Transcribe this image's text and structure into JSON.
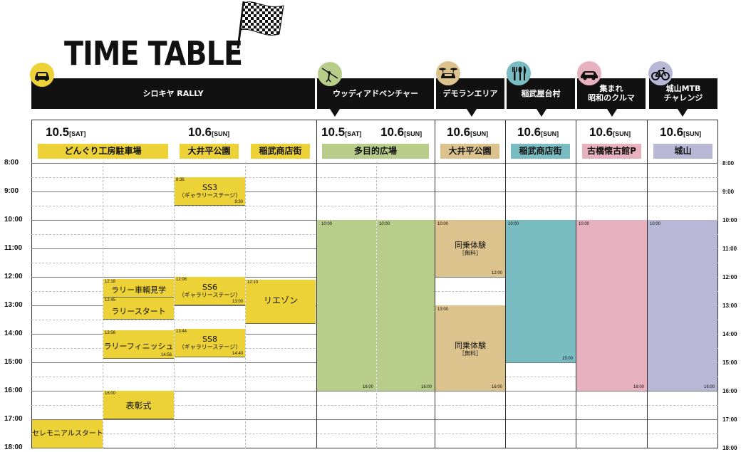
{
  "title": "TIME TABLE",
  "colors": {
    "yellow": "#ecd137",
    "green": "#b9cd8b",
    "tan": "#dcc28c",
    "teal": "#79bcc1",
    "pink": "#e8b1bf",
    "lavender": "#b8b8d6",
    "black": "#111111"
  },
  "times": [
    "8:00",
    "9:00",
    "10:00",
    "11:00",
    "12:00",
    "13:00",
    "14:00",
    "15:00",
    "16:00",
    "17:00",
    "18:00"
  ],
  "sections": {
    "rally": {
      "label": "シロキヤ RALLY",
      "icon": "car-icon"
    },
    "woody": {
      "label": "ウッディアドベンチャー",
      "icon": "zipline-icon"
    },
    "demo": {
      "label": "デモランエリア",
      "icon": "flying-car-icon"
    },
    "food": {
      "label": "稲武屋台村",
      "icon": "cutlery-icon"
    },
    "showa": {
      "line1": "集まれ",
      "line2": "昭和のクルマ",
      "icon": "classic-car-icon"
    },
    "mtb": {
      "line1": "城山MTB",
      "line2": "チャレンジ",
      "icon": "bicycle-icon"
    }
  },
  "dates": {
    "d105": {
      "day": "10.5",
      "dow": "[SAT]"
    },
    "d106": {
      "day": "10.6",
      "dow": "[SUN]"
    }
  },
  "venues": {
    "donguri": "どんぐり工房駐車場",
    "oidaira": "大井平公園",
    "inabu_shoten": "稲武商店街",
    "tamokuteki": "多目的広場",
    "demo_oidaira": "大井平公園",
    "yatai_shoten": "稲武商店街",
    "kohashi": "古橋懐古館P",
    "shiroyama": "城山"
  },
  "events": {
    "ceremony_start": {
      "label": "セレモニアルスタート"
    },
    "rally_car_view": {
      "label": "ラリー車輌見学",
      "start": "12:18"
    },
    "rally_start": {
      "label": "ラリースタート",
      "start": "12:45"
    },
    "rally_finish": {
      "label": "ラリーフィニッシュ",
      "start": "13:56",
      "end": "14:56"
    },
    "award": {
      "label": "表彰式",
      "start": "16:00"
    },
    "ss3": {
      "label": "SS3",
      "sub": "（ギャラリーステージ）",
      "start": "8:36",
      "end": "9:30"
    },
    "ss6": {
      "label": "SS6",
      "sub": "（ギャラリーステージ）",
      "start": "12:06",
      "end": "13:00"
    },
    "ss8": {
      "label": "SS8",
      "sub": "（ギャラリーステージ）",
      "start": "13:44",
      "end": "14:40"
    },
    "liaison": {
      "label": "リエゾン",
      "start": "12:10"
    },
    "woody_sat": {
      "start": "10:00",
      "end": "16:00"
    },
    "woody_sun": {
      "start": "10:00",
      "end": "16:00"
    },
    "ride1": {
      "label": "同乗体験",
      "sub": "［無料］",
      "start": "10:00",
      "end": "12:00"
    },
    "ride2": {
      "label": "同乗体験",
      "sub": "［無料］",
      "start": "13:00",
      "end": "16:00"
    },
    "food": {
      "start": "10:00",
      "end": "15:00"
    },
    "showa": {
      "start": "10:00",
      "end": "16:00"
    },
    "mtb": {
      "start": "10:00",
      "end": "16:00"
    }
  }
}
